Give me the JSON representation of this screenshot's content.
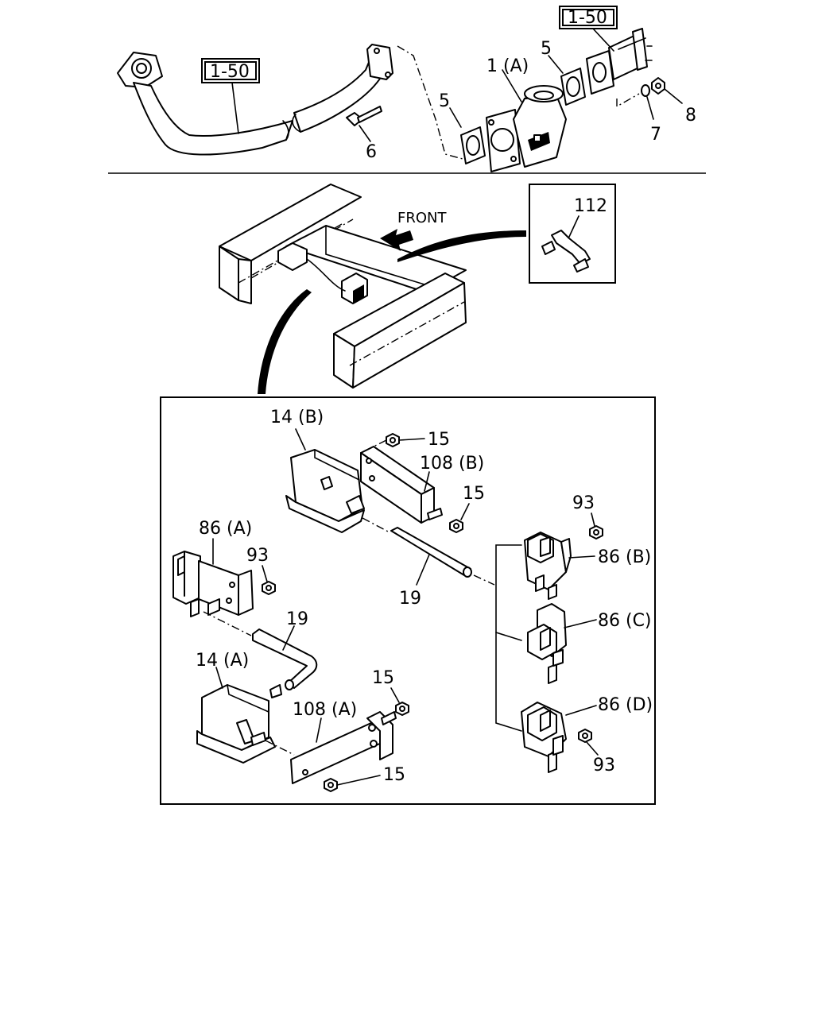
{
  "labels": {
    "ref_left": "1-50",
    "ref_right": "1-50",
    "p1a": "1 (A)",
    "p5a": "5",
    "p5b": "5",
    "p6": "6",
    "p7": "7",
    "p8": "8",
    "front": "FRONT",
    "p112": "112",
    "p14b": "14 (B)",
    "p15a": "15",
    "p108b": "108 (B)",
    "p15b": "15",
    "p93a": "93",
    "p86a": "86 (A)",
    "p93b": "93",
    "p86b": "86 (B)",
    "p19a": "19",
    "p86c": "86 (C)",
    "p19b": "19",
    "p14a": "14 (A)",
    "p15c": "15",
    "p108a": "108 (A)",
    "p86d": "86 (D)",
    "p15d": "15",
    "p93c": "93"
  }
}
